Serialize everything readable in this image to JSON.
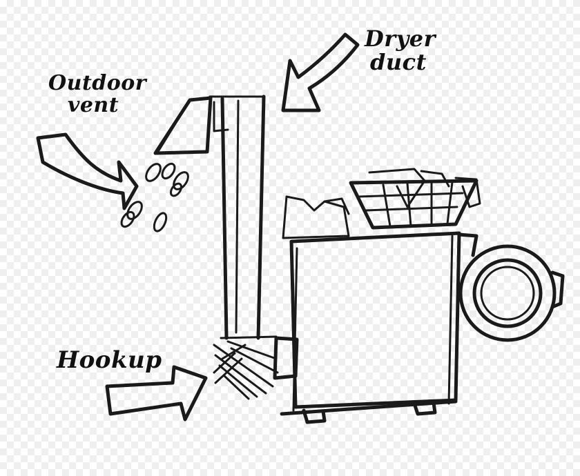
{
  "labels": {
    "outdoor_vent": [
      "Outdoor",
      "vent"
    ],
    "dryer_duct": [
      "Dryer",
      "duct"
    ],
    "hookup": "Hookup"
  },
  "colors": {
    "ink": "#1a1a1a",
    "background": "#ffffff"
  }
}
